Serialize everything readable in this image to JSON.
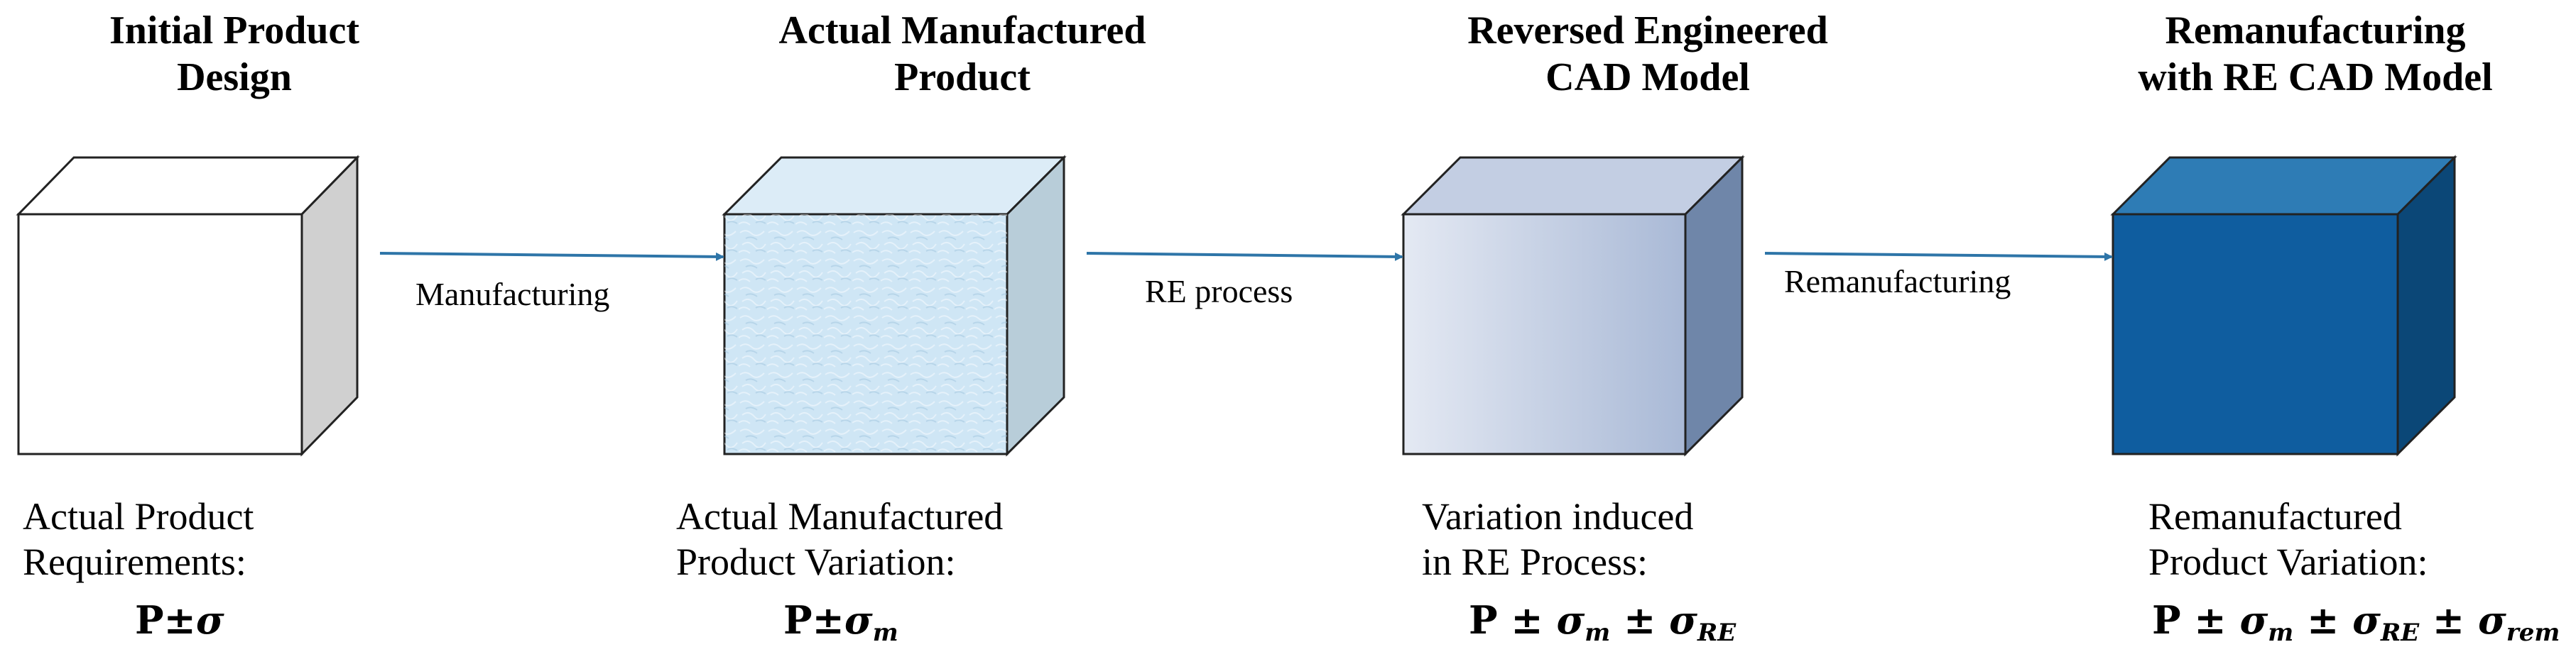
{
  "stages": [
    {
      "title_lines": [
        "Initial Product",
        "Design"
      ],
      "desc_lines": [
        "Actual Product",
        "Requirements:"
      ],
      "formula": {
        "base": "P±",
        "sigma": "σ",
        "subs": []
      }
    },
    {
      "title_lines": [
        "Actual Manufactured",
        "Product"
      ],
      "desc_lines": [
        "Actual Manufactured",
        "Product Variation:"
      ],
      "formula": {
        "base": "P±",
        "sigma": "σ",
        "subs": [
          "m"
        ]
      }
    },
    {
      "title_lines": [
        "Reversed Engineered",
        "CAD Model"
      ],
      "desc_lines": [
        "Variation induced",
        "in RE Process:"
      ],
      "formula": {
        "base": "P ± ",
        "sigma": "σ",
        "subs": [
          "m",
          "RE"
        ]
      }
    },
    {
      "title_lines": [
        "Remanufacturing",
        "with RE CAD Model"
      ],
      "desc_lines": [
        "Remanufactured",
        "Product Variation:"
      ],
      "formula": {
        "base": "P ± ",
        "sigma": "σ",
        "subs": [
          "m",
          "RE",
          "rem"
        ]
      }
    }
  ],
  "arrows": [
    {
      "label": "Manufacturing"
    },
    {
      "label": "RE process"
    },
    {
      "label": "Remanufacturing"
    }
  ],
  "colors": {
    "arrow": "#2E75A8",
    "cube1_front": "#ffffff",
    "cube1_top": "#ffffff",
    "cube1_side": "#d0d0d0",
    "cube2_front": "#cfe6f5",
    "cube2_top": "#dcecf7",
    "cube2_side": "#b8cdd9",
    "cube3_front_light": "#e4e9f3",
    "cube3_front_dark": "#a9b9d6",
    "cube3_top": "#c3cee3",
    "cube3_side": "#6f86a9",
    "cube4_front": "#0f5d9f",
    "cube4_top": "#2e7cb5",
    "cube4_side": "#0b4777"
  }
}
